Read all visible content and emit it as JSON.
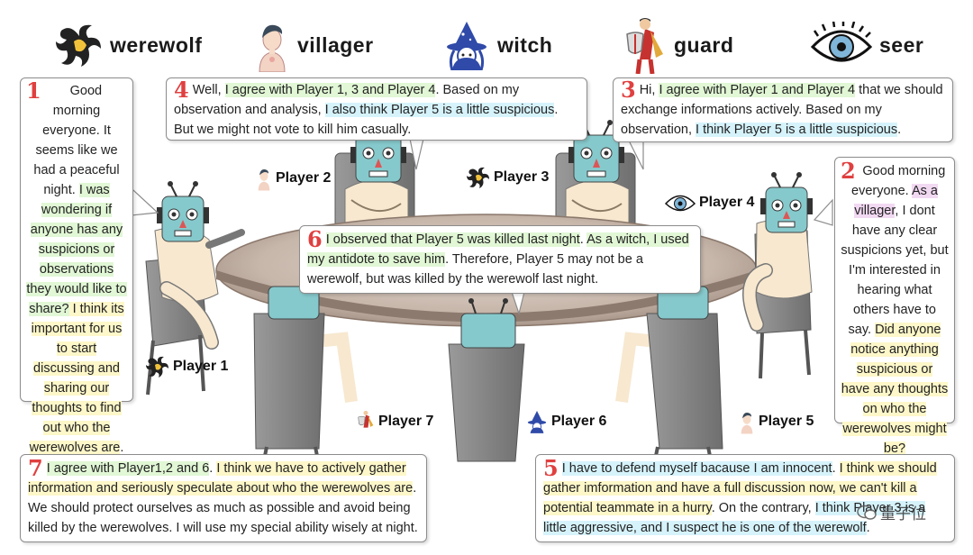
{
  "legend": [
    {
      "role": "werewolf",
      "icon": "werewolf-icon"
    },
    {
      "role": "villager",
      "icon": "villager-icon"
    },
    {
      "role": "witch",
      "icon": "witch-icon"
    },
    {
      "role": "guard",
      "icon": "guard-icon"
    },
    {
      "role": "seer",
      "icon": "seer-icon"
    }
  ],
  "players": {
    "p1": "Player 1",
    "p2": "Player 2",
    "p3": "Player 3",
    "p4": "Player 4",
    "p5": "Player 5",
    "p6": "Player 6",
    "p7": "Player 7"
  },
  "speeches": {
    "s1": {
      "num": "1",
      "parts": [
        "Good morning everyone. It seems like we had a peaceful night. ",
        "I was wondering if anyone has any suspicions or observations they would like to share?",
        " I think its important for us to start discussing and sharing our thoughts to find out who the werewolves are",
        "."
      ]
    },
    "s2": {
      "num": "2",
      "parts": [
        "Good morning everyone. ",
        "As a villager",
        ", I dont have any clear suspicions yet, but I'm interested in hearing what others have to say. ",
        "Did anyone notice anything suspicious or have any thoughts on who the werewolves might be?"
      ]
    },
    "s3": {
      "num": "3",
      "parts": [
        "Hi, ",
        "I agree with Player 1 and Player 4",
        " that we should exchange informations actively. Based on my observation, ",
        "I think Player 5 is a little suspicious",
        "."
      ]
    },
    "s4": {
      "num": "4",
      "parts": [
        "Well, ",
        "I agree with Player 1, 3 and Player 4",
        ". Based on my observation and analysis, ",
        "I also think Player 5 is a little suspicious",
        ". But we might not vote to kill him casually."
      ]
    },
    "s5": {
      "num": "5",
      "parts": [
        "I have to defend myself bacause I am innocent",
        ". ",
        "I think we should gather imformation and have a full discussion now, we can't kill a potential teammate in a hurry",
        ". On the contrary, ",
        "I think Player 3 is a little aggressive, and I suspect he is one of the werewolf",
        "."
      ]
    },
    "s6": {
      "num": "6",
      "parts": [
        "I observed that Player 5 was killed last night",
        ". ",
        "As a witch, I used my antidote to save him",
        ". Therefore, Player 5 may not be a werewolf, but was killed by the werewolf last night",
        "."
      ]
    },
    "s7": {
      "num": "7",
      "parts": [
        "I agree with Player1,2 and 6",
        ". ",
        "I think we have to actively gather information and seriously speculate about who the werewolves are",
        ". We should protect ourselves as much as possible and avoid being killed by the werewolves. I will use my special ability wisely at night",
        "."
      ]
    }
  },
  "watermark": "量子位",
  "colors": {
    "number": "#e04040",
    "highlight_yellow": "#fdf7c9",
    "highlight_green": "#e1f7d5",
    "highlight_blue": "#d6f3fb",
    "highlight_pink": "#f2d9f2",
    "robot_head": "#86c9cc",
    "skin": "#f7e8cf",
    "chair": "#8a8a8a",
    "table": "#c9b9ad"
  }
}
